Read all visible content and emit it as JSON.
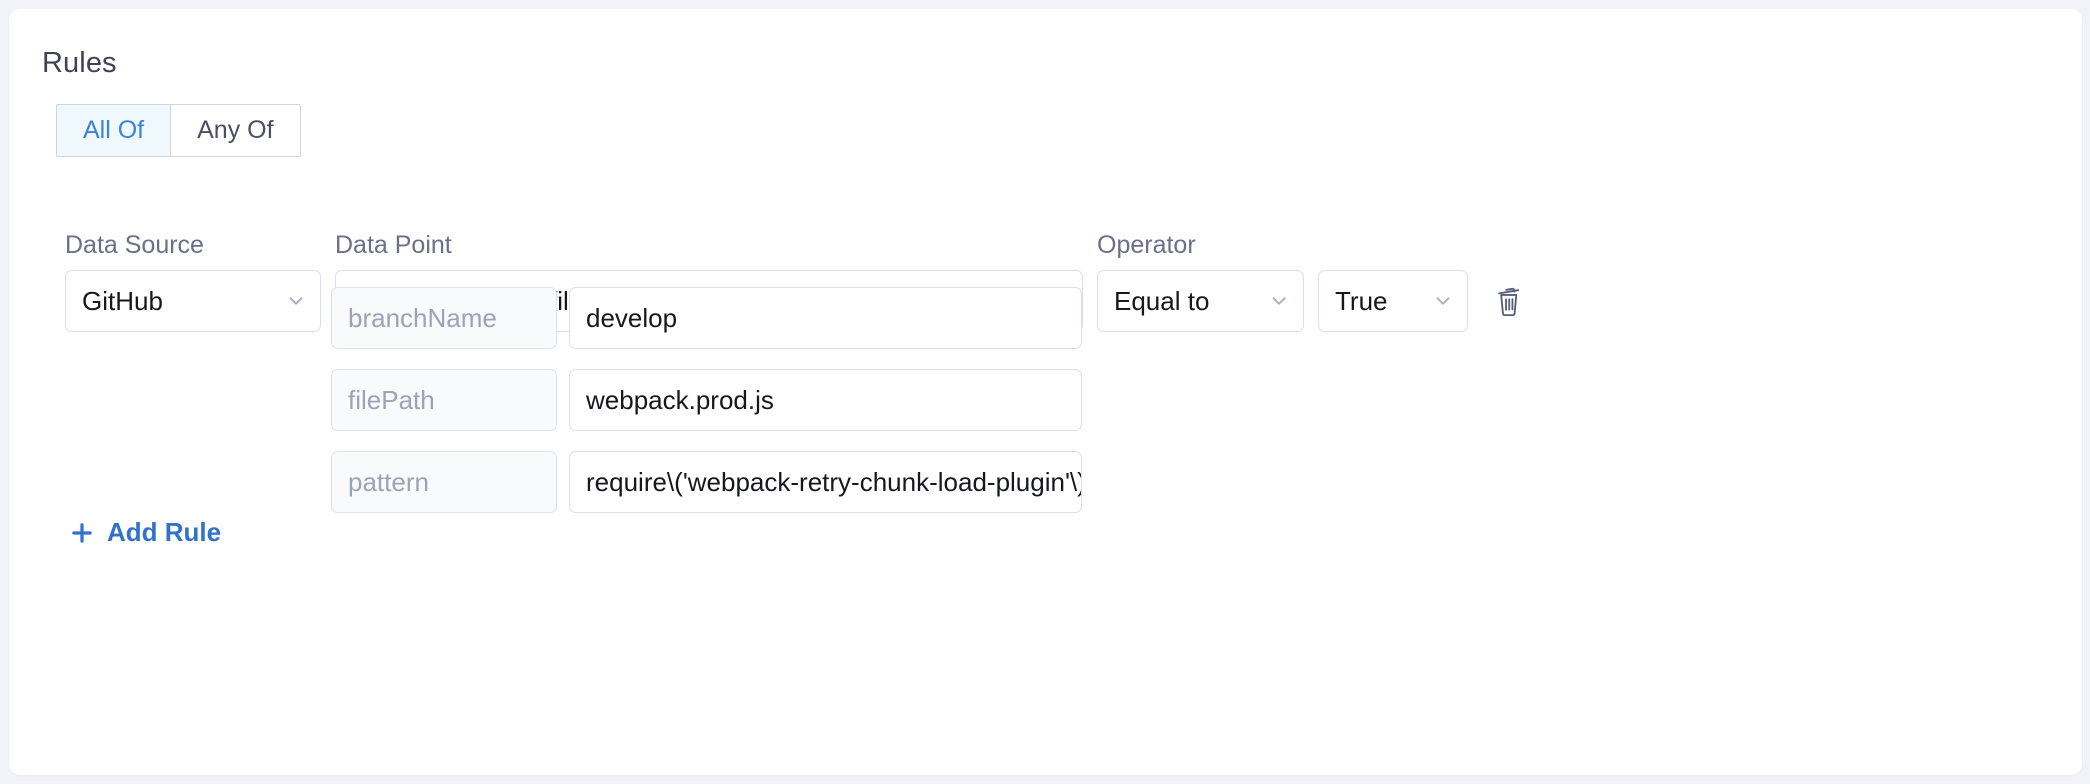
{
  "card": {
    "heading": "Rules"
  },
  "match_mode": {
    "options": [
      {
        "label": "All Of",
        "selected": true
      },
      {
        "label": "Any Of",
        "selected": false
      }
    ]
  },
  "columns": {
    "data_source_label": "Data Source",
    "data_point_label": "Data Point",
    "operator_label": "Operator"
  },
  "rule": {
    "data_source": "GitHub",
    "data_point": "Match string in a file",
    "operator": "Equal to",
    "value": "True",
    "delete_icon": "trash-icon",
    "params": [
      {
        "key": "branchName",
        "value": "develop"
      },
      {
        "key": "filePath",
        "value": "webpack.prod.js"
      },
      {
        "key": "pattern",
        "value": "require\\('webpack-retry-chunk-load-plugin'\\)"
      }
    ]
  },
  "actions": {
    "add_rule_label": "Add Rule",
    "add_rule_icon": "plus-icon"
  },
  "colors": {
    "accent_blue": "#3272c8",
    "tab_active_text": "#3b82e0",
    "tab_active_bg": "#eef8fd",
    "label_muted": "#6b6f87",
    "border": "#dddee7",
    "key_bg": "#f9fafc",
    "page_bg": "#f2f3f8"
  }
}
